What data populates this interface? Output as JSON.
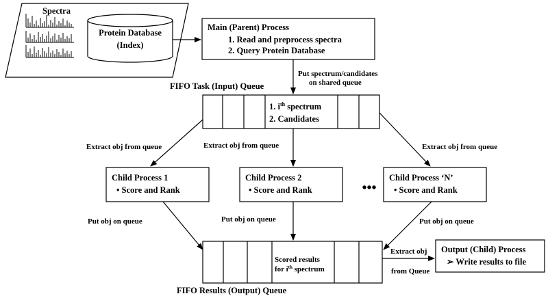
{
  "spectra": {
    "label": "Spectra"
  },
  "database": {
    "line1": "Protein Database",
    "line2": "(Index)"
  },
  "main_process": {
    "title": "Main (Parent) Process",
    "step1": "1.  Read and preprocess spectra",
    "step2": "2.  Query Protein Database"
  },
  "put_queue_label": {
    "line1": "Put spectrum/candidates",
    "line2": "on shared queue"
  },
  "task_queue": {
    "title": "FIFO Task (Input) Queue",
    "item1_prefix": "1. i",
    "item1_sup": "th",
    "item1_suffix": " spectrum",
    "item2": "2.  Candidates"
  },
  "extract_label": "Extract obj from queue",
  "child1": {
    "title": "Child Process 1",
    "task": "• Score and Rank"
  },
  "child2": {
    "title": "Child Process 2",
    "task": "• Score and Rank"
  },
  "childN": {
    "title": "Child Process ‘N’",
    "task": "• Score and Rank"
  },
  "ellipsis": "•••",
  "put_obj_label": "Put obj on queue",
  "results_queue": {
    "title": "FIFO Results (Output) Queue",
    "line1": "Scored results",
    "line2_prefix": "for i",
    "line2_sup": "th",
    "line2_suffix": " spectrum"
  },
  "extract_obj_label": {
    "line1": "Extract obj",
    "line2": "from Queue"
  },
  "output_process": {
    "title": "Output (Child) Process",
    "task": "➢ Write results to file"
  }
}
